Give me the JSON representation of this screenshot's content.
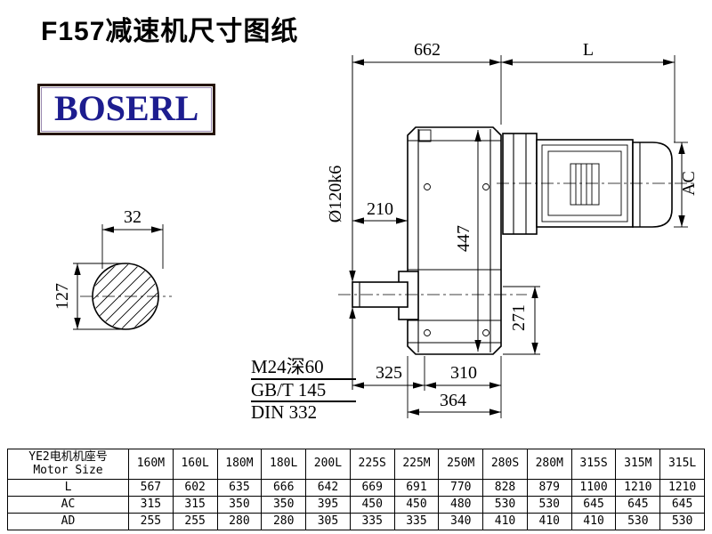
{
  "title": "F157减速机尺寸图纸",
  "logo": {
    "text": "BOSERL",
    "text_color": "#1d1d8f"
  },
  "drawing": {
    "dims": {
      "overall_width": "662",
      "motor_length": "L",
      "key_width": "32",
      "shaft_end_dia": "127",
      "shaft_length": "210",
      "output_shaft_dia": "Ø120k6",
      "body_height": "447",
      "motor_dia": "AC",
      "center_height": "271",
      "foot_front": "325",
      "foot_rear": "310",
      "foot_total": "364"
    },
    "notes": {
      "tap": "M24深60",
      "std1": "GB/T 145",
      "std2": "DIN 332"
    }
  },
  "table": {
    "header": {
      "line1": "YE2电机机座号",
      "line2": "Motor Size"
    },
    "sizes": [
      "160M",
      "160L",
      "180M",
      "180L",
      "200L",
      "225S",
      "225M",
      "250M",
      "280S",
      "280M",
      "315S",
      "315M",
      "315L"
    ],
    "rows": [
      {
        "label": "L",
        "values": [
          "567",
          "602",
          "635",
          "666",
          "642",
          "669",
          "691",
          "770",
          "828",
          "879",
          "1100",
          "1210",
          "1210"
        ]
      },
      {
        "label": "AC",
        "values": [
          "315",
          "315",
          "350",
          "350",
          "395",
          "450",
          "450",
          "480",
          "530",
          "530",
          "645",
          "645",
          "645"
        ]
      },
      {
        "label": "AD",
        "values": [
          "255",
          "255",
          "280",
          "280",
          "305",
          "335",
          "335",
          "340",
          "410",
          "410",
          "410",
          "530",
          "530"
        ]
      }
    ]
  }
}
